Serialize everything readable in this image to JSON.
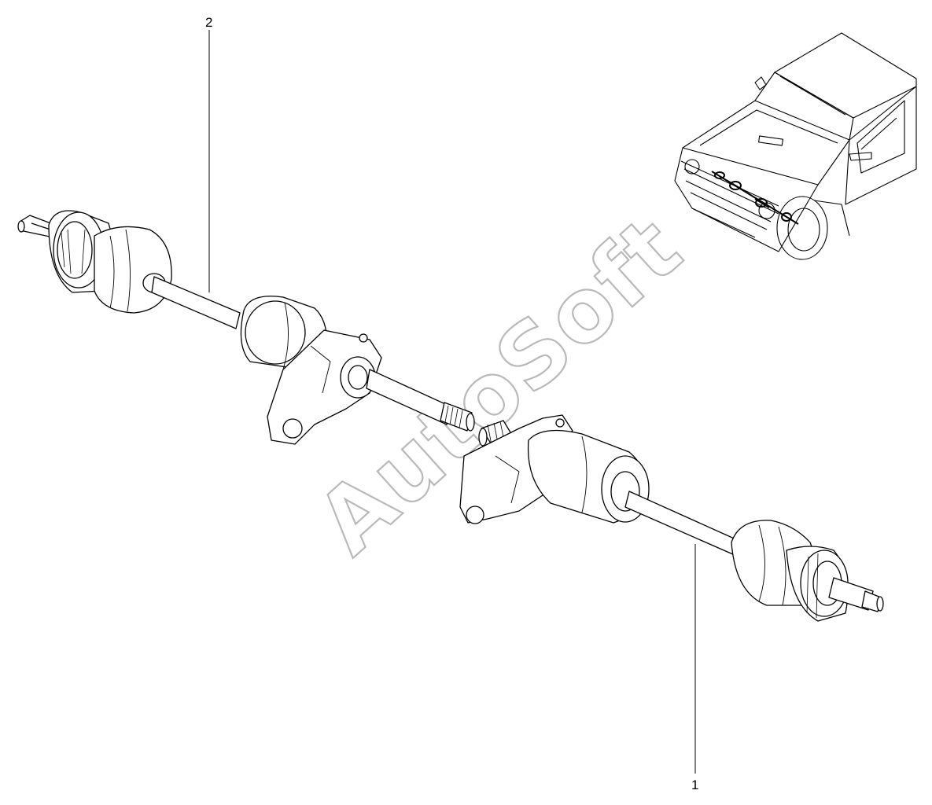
{
  "diagram": {
    "callouts": [
      {
        "id": "part-2",
        "label": "2"
      },
      {
        "id": "part-1",
        "label": "1"
      }
    ],
    "watermark": "AutoSoft",
    "colors": {
      "ink": "#000000",
      "paper": "#ffffff",
      "watermark": "#b9b9b9"
    },
    "parts": [
      {
        "name": "left-drive-shaft-cv-joint"
      },
      {
        "name": "right-drive-shaft-cv-joint"
      },
      {
        "name": "intermediate-bearing-bracket"
      },
      {
        "name": "vehicle-location-inset"
      }
    ]
  }
}
